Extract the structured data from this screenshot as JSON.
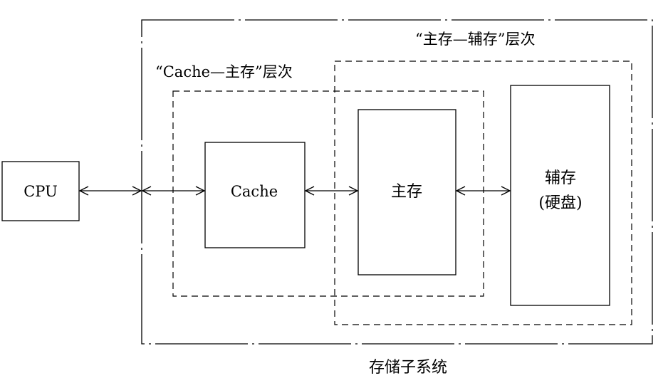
{
  "diagram": {
    "system_label": "存储子系统",
    "cache_main_level_label": "“Cache—主存”层次",
    "main_aux_level_label": "“主存—辅存”层次",
    "nodes": {
      "cpu": "CPU",
      "cache": "Cache",
      "main_memory": "主存",
      "aux_memory_line1": "辅存",
      "aux_memory_line2": "(硬盘)"
    }
  }
}
